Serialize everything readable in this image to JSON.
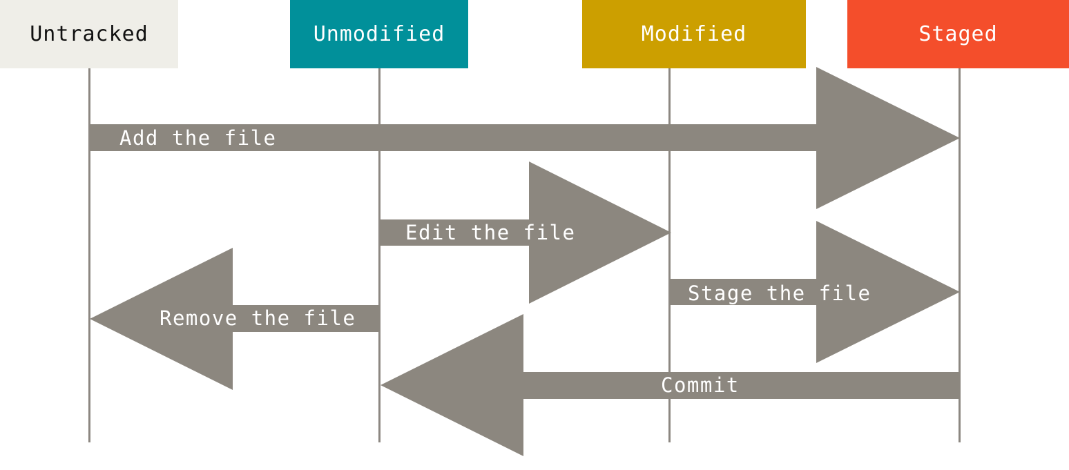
{
  "colors": {
    "arrow": "#8c877f",
    "lifeline": "#8c8781",
    "label_text": "#ffffff"
  },
  "states": [
    {
      "id": "untracked",
      "label": "Untracked",
      "bg": "#efeee8",
      "fg": "#111111"
    },
    {
      "id": "unmodified",
      "label": "Unmodified",
      "bg": "#01909a",
      "fg": "#ffffff"
    },
    {
      "id": "modified",
      "label": "Modified",
      "bg": "#cc9f00",
      "fg": "#ffffff"
    },
    {
      "id": "staged",
      "label": "Staged",
      "bg": "#f44e2b",
      "fg": "#ffffff"
    }
  ],
  "transitions": [
    {
      "id": "add-the-file",
      "label": "Add the file",
      "from": "untracked",
      "to": "staged"
    },
    {
      "id": "edit-the-file",
      "label": "Edit the file",
      "from": "unmodified",
      "to": "modified"
    },
    {
      "id": "stage-the-file",
      "label": "Stage the file",
      "from": "modified",
      "to": "staged"
    },
    {
      "id": "remove-the-file",
      "label": "Remove the file",
      "from": "unmodified",
      "to": "untracked"
    },
    {
      "id": "commit",
      "label": "Commit",
      "from": "staged",
      "to": "unmodified"
    }
  ]
}
